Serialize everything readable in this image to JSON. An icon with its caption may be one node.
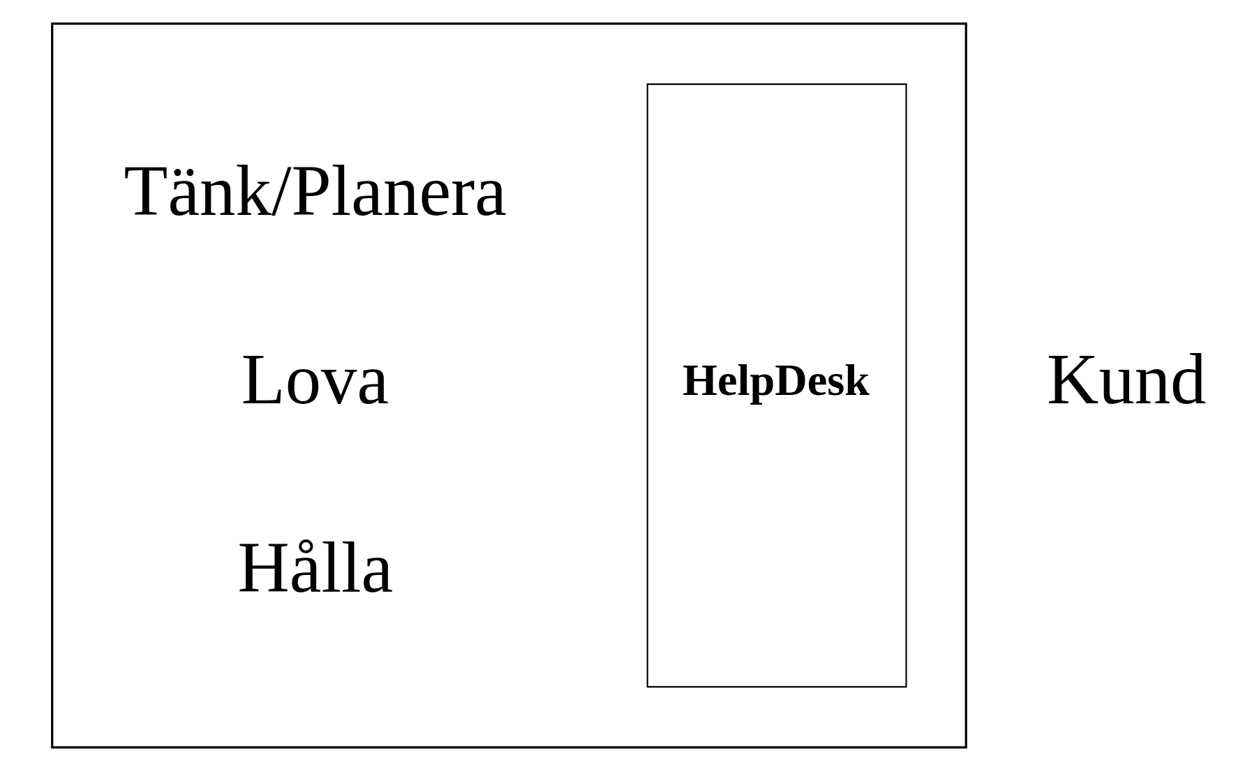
{
  "diagram": {
    "nodes": [
      {
        "text": [],
        "shape": "box"
      },
      {
        "text": [
          "HelpDesk"
        ],
        "in": 0
      }
    ],
    "labels": [
      "Tänk/Planera",
      "Lova",
      "Hålla",
      "Kund"
    ]
  }
}
